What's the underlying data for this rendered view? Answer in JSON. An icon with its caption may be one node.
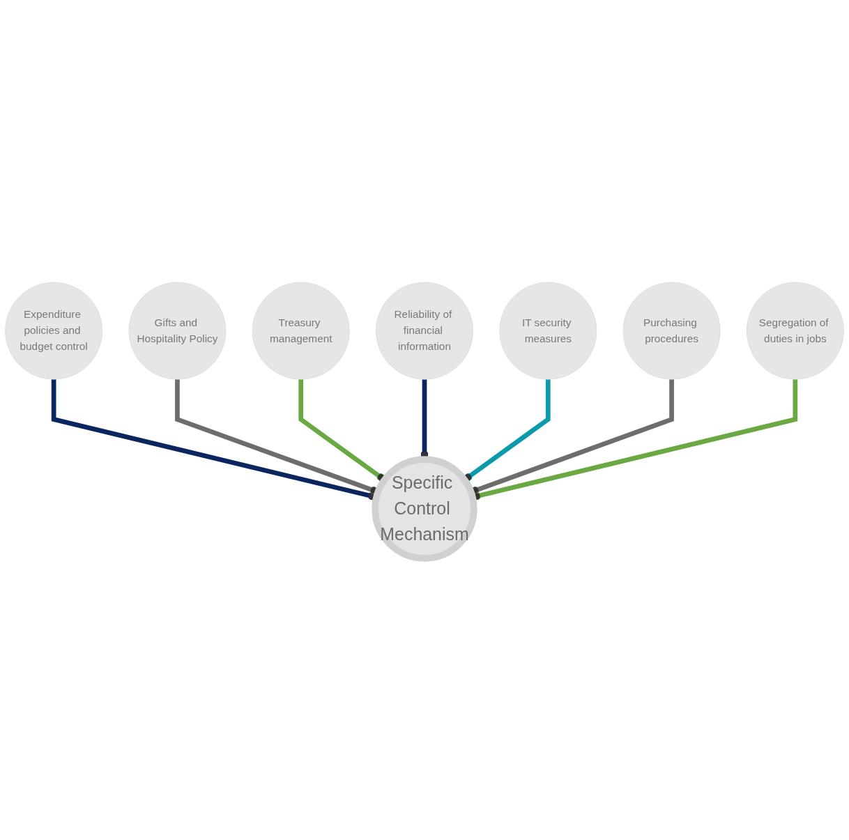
{
  "diagram": {
    "nodes": [
      {
        "text": [
          "Specific Control Mechanism"
        ]
      },
      {
        "text": [
          "Expenditure policies and budget control"
        ]
      },
      {
        "text": [
          "Gifts and Hospitality Policy"
        ]
      },
      {
        "text": [
          "Treasury management"
        ]
      },
      {
        "text": [
          "Reliability of financial information"
        ]
      },
      {
        "text": [
          "IT security measures"
        ]
      },
      {
        "text": [
          "Purchasing procedures"
        ]
      },
      {
        "text": [
          "Segregation of duties in jobs"
        ]
      }
    ],
    "edges": [
      {
        "from": 1,
        "to": 0,
        "arrow": "other",
        "color": "#0b2560"
      },
      {
        "from": 2,
        "to": 0,
        "arrow": "other",
        "color": "#6f6c6c"
      },
      {
        "from": 3,
        "to": 0,
        "arrow": "other",
        "color": "#6aa842"
      },
      {
        "from": 4,
        "to": 0,
        "arrow": "other",
        "color": "#0b2560"
      },
      {
        "from": 5,
        "to": 0,
        "arrow": "other",
        "color": "#0a9aab"
      },
      {
        "from": 6,
        "to": 0,
        "arrow": "other",
        "color": "#6f6c6c"
      },
      {
        "from": 7,
        "to": 0,
        "arrow": "other",
        "color": "#6aa842"
      }
    ]
  }
}
